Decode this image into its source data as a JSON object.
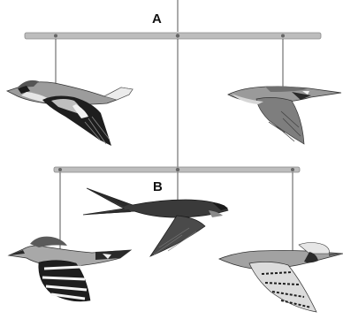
{
  "labels": {
    "a": "A",
    "b": "B"
  },
  "mobile": {
    "upper_bar": {
      "label": "A"
    },
    "lower_bar": {
      "label": "B"
    },
    "birds": [
      {
        "id": "waxwing",
        "hangs_from": "upper_bar",
        "side": "left"
      },
      {
        "id": "kingfisher",
        "hangs_from": "upper_bar",
        "side": "right"
      },
      {
        "id": "swallow",
        "hangs_from": "lower_bar",
        "side": "center"
      },
      {
        "id": "hoopoe",
        "hangs_from": "lower_bar",
        "side": "left"
      },
      {
        "id": "woodpecker",
        "hangs_from": "lower_bar",
        "side": "right"
      }
    ]
  },
  "colors": {
    "bar": "#b9b9b9",
    "string": "#555555",
    "bird_dark": "#3a3a3a",
    "bird_mid": "#8d8d8d",
    "bird_light": "#cfcfcf"
  }
}
